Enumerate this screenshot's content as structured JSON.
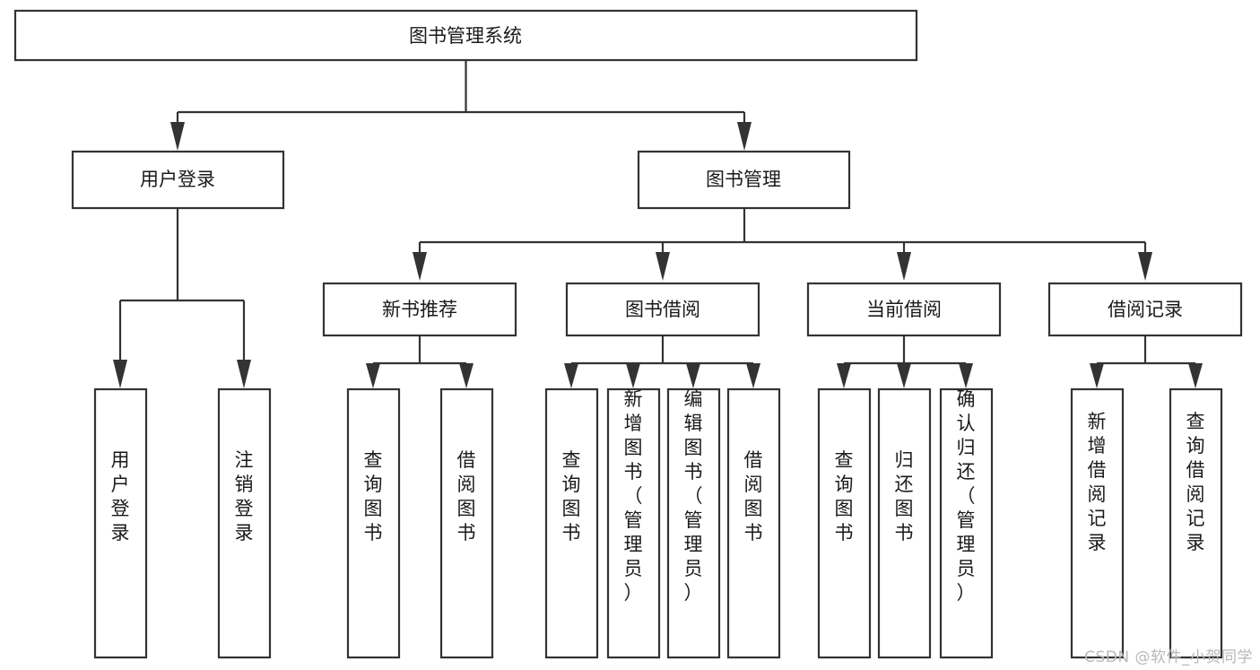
{
  "diagram": {
    "type": "tree-hierarchy-chart",
    "title": "图书管理系统",
    "background_color": "#ffffff",
    "box_stroke_color": "#333333",
    "box_fill_color": "#ffffff",
    "text_color": "#1a1a1a",
    "levels": 4,
    "root": {
      "label": "图书管理系统"
    },
    "level2": [
      {
        "label": "用户登录"
      },
      {
        "label": "图书管理"
      }
    ],
    "level3": [
      {
        "label": "新书推荐"
      },
      {
        "label": "图书借阅"
      },
      {
        "label": "当前借阅"
      },
      {
        "label": "借阅记录"
      }
    ],
    "leaves": {
      "user_login": [
        {
          "label": "用户登录"
        },
        {
          "label": "注销登录"
        }
      ],
      "new_book_recommend": [
        {
          "label": "查询图书"
        },
        {
          "label": "借阅图书"
        }
      ],
      "book_borrow": [
        {
          "label": "查询图书"
        },
        {
          "label": "新增图书（管理员）"
        },
        {
          "label": "编辑图书（管理员）"
        },
        {
          "label": "借阅图书"
        }
      ],
      "current_borrow": [
        {
          "label": "查询图书"
        },
        {
          "label": "归还图书"
        },
        {
          "label": "确认归还（管理员）"
        }
      ],
      "borrow_record": [
        {
          "label": "新增借阅记录"
        },
        {
          "label": "查询借阅记录"
        }
      ]
    }
  },
  "watermark": {
    "text": "CSDN @软件_小贺同学"
  }
}
